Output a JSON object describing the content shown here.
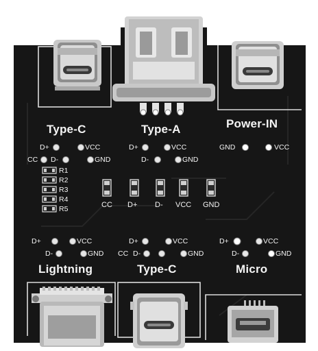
{
  "colors": {
    "pcb": "#161616",
    "silk": "#f2f2f2",
    "metal": "#c9c9c9",
    "pad": "#d8d8d8"
  },
  "top_left": {
    "label": "Type-C",
    "pins": [
      "D+",
      "VCC",
      "CC",
      "D-",
      "GND"
    ]
  },
  "top_center": {
    "label": "Type-A",
    "pins": [
      "D+",
      "VCC",
      "D-",
      "GND"
    ]
  },
  "top_right": {
    "label": "Power-IN",
    "pins": [
      "GND",
      "VCC"
    ]
  },
  "resistors": [
    "R1",
    "R2",
    "R3",
    "R4",
    "R5"
  ],
  "leds": [
    "CC",
    "D+",
    "D-",
    "VCC",
    "GND"
  ],
  "bottom_left": {
    "label": "Lightning",
    "pins": [
      "D+",
      "VCC",
      "D-",
      "GND"
    ]
  },
  "bottom_center": {
    "label": "Type-C",
    "pins": [
      "D+",
      "VCC",
      "CC",
      "D-",
      "GND"
    ]
  },
  "bottom_right": {
    "label": "Micro",
    "pins": [
      "D+",
      "VCC",
      "D-",
      "GND"
    ]
  }
}
